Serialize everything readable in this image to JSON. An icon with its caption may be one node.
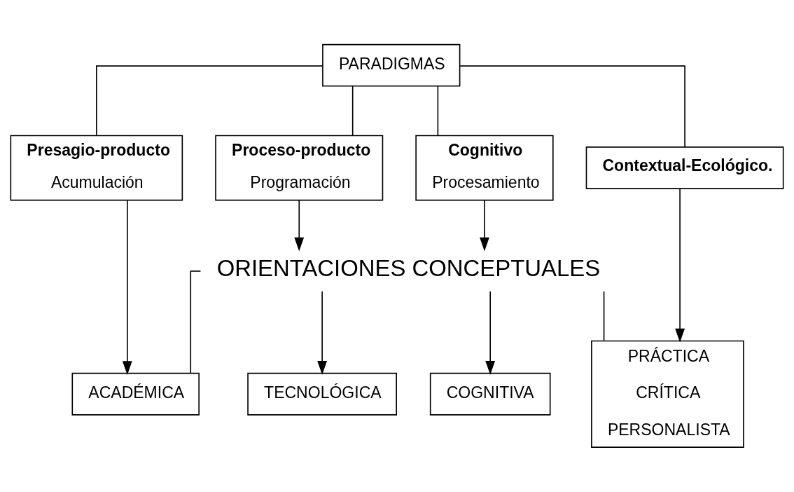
{
  "diagram": {
    "nodes": [
      {
        "text": [
          "PARADIGMAS"
        ]
      },
      {
        "text": [
          "Presagio-producto",
          "Acumulación"
        ]
      },
      {
        "text": [
          "Proceso-producto",
          "Programación"
        ]
      },
      {
        "text": [
          "Cognitivo",
          "Procesamiento"
        ]
      },
      {
        "text": [
          "Contextual-Ecológico."
        ]
      },
      {
        "text": [
          "ORIENTACIONES CONCEPTUALES"
        ]
      },
      {
        "text": [
          "ACADÉMICA"
        ]
      },
      {
        "text": [
          "TECNOLÓGICA"
        ]
      },
      {
        "text": [
          "COGNITIVA"
        ]
      },
      {
        "text": [
          "PRÁCTICA",
          "CRÍTICA",
          "PERSONALISTA"
        ]
      }
    ],
    "edges": [
      {
        "from": 0,
        "to": 1,
        "arrow": "none"
      },
      {
        "from": 0,
        "to": 2,
        "arrow": "none"
      },
      {
        "from": 0,
        "to": 3,
        "arrow": "none"
      },
      {
        "from": 0,
        "to": 4,
        "arrow": "none"
      },
      {
        "from": 1,
        "to": 6,
        "arrow": "to"
      },
      {
        "from": 2,
        "to": 5,
        "arrow": "to"
      },
      {
        "from": 3,
        "to": 5,
        "arrow": "to"
      },
      {
        "from": 4,
        "to": 9,
        "arrow": "to"
      },
      {
        "from": 5,
        "to": 6,
        "arrow": "none"
      },
      {
        "from": 5,
        "to": 7,
        "arrow": "to"
      },
      {
        "from": 5,
        "to": 8,
        "arrow": "to"
      },
      {
        "from": 5,
        "to": 9,
        "arrow": "none"
      }
    ]
  }
}
